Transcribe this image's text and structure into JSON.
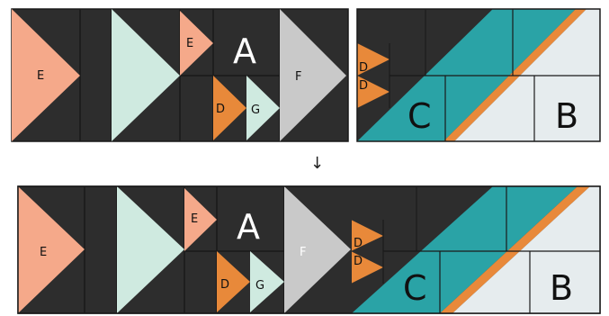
{
  "colors": {
    "charcoal": "#2d2d2d",
    "seam": "#1a1a1a",
    "salmon": "#f5a98a",
    "mint": "#cfeae0",
    "orange": "#e8893a",
    "gray": "#c9c9c9",
    "teal": "#2aa3a6",
    "light": "#e6ecee",
    "arrow": "#222222"
  },
  "labels": {
    "E": "E",
    "A": "A",
    "F": "F",
    "D": "D",
    "G": "G",
    "C": "C",
    "B": "B"
  },
  "arrow": "↓"
}
